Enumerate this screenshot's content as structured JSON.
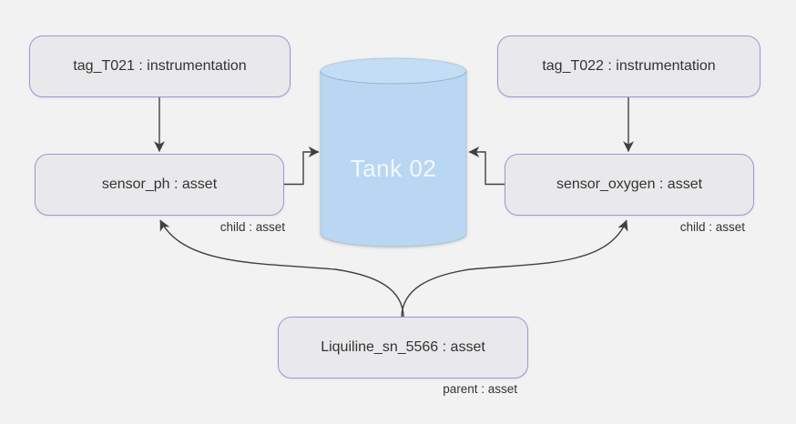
{
  "diagram": {
    "nodes": {
      "tag_t021": {
        "label": "tag_T021 : instrumentation",
        "type": "instrumentation"
      },
      "tag_t022": {
        "label": "tag_T022 : instrumentation",
        "type": "instrumentation"
      },
      "sensor_ph": {
        "label": "sensor_ph : asset",
        "type": "asset"
      },
      "sensor_oxygen": {
        "label": "sensor_oxygen : asset",
        "type": "asset"
      },
      "liquiline": {
        "label": "Liquiline_sn_5566 : asset",
        "type": "asset"
      },
      "tank": {
        "label": "Tank 02",
        "shape": "cylinder"
      }
    },
    "edges": [
      {
        "from": "tag_T021",
        "to": "sensor_ph"
      },
      {
        "from": "tag_T022",
        "to": "sensor_oxygen"
      },
      {
        "from": "sensor_ph",
        "to": "Tank 02"
      },
      {
        "from": "sensor_oxygen",
        "to": "Tank 02"
      },
      {
        "from": "Liquiline_sn_5566",
        "to": "sensor_ph",
        "label": "child : asset"
      },
      {
        "from": "Liquiline_sn_5566",
        "to": "sensor_oxygen",
        "label": "child : asset"
      }
    ],
    "edge_labels": {
      "child_left": "child : asset",
      "child_right": "child : asset",
      "parent": "parent : asset"
    },
    "colors": {
      "background": "#f2f2f3",
      "node_fill": "#e9e9eb",
      "node_border": "#a096d6",
      "edge_line": "#404040",
      "tank_fill": "#b9d7f2",
      "tank_cap": "#c3ddf5",
      "tank_text": "#f2f8fd",
      "text": "#333333"
    }
  }
}
